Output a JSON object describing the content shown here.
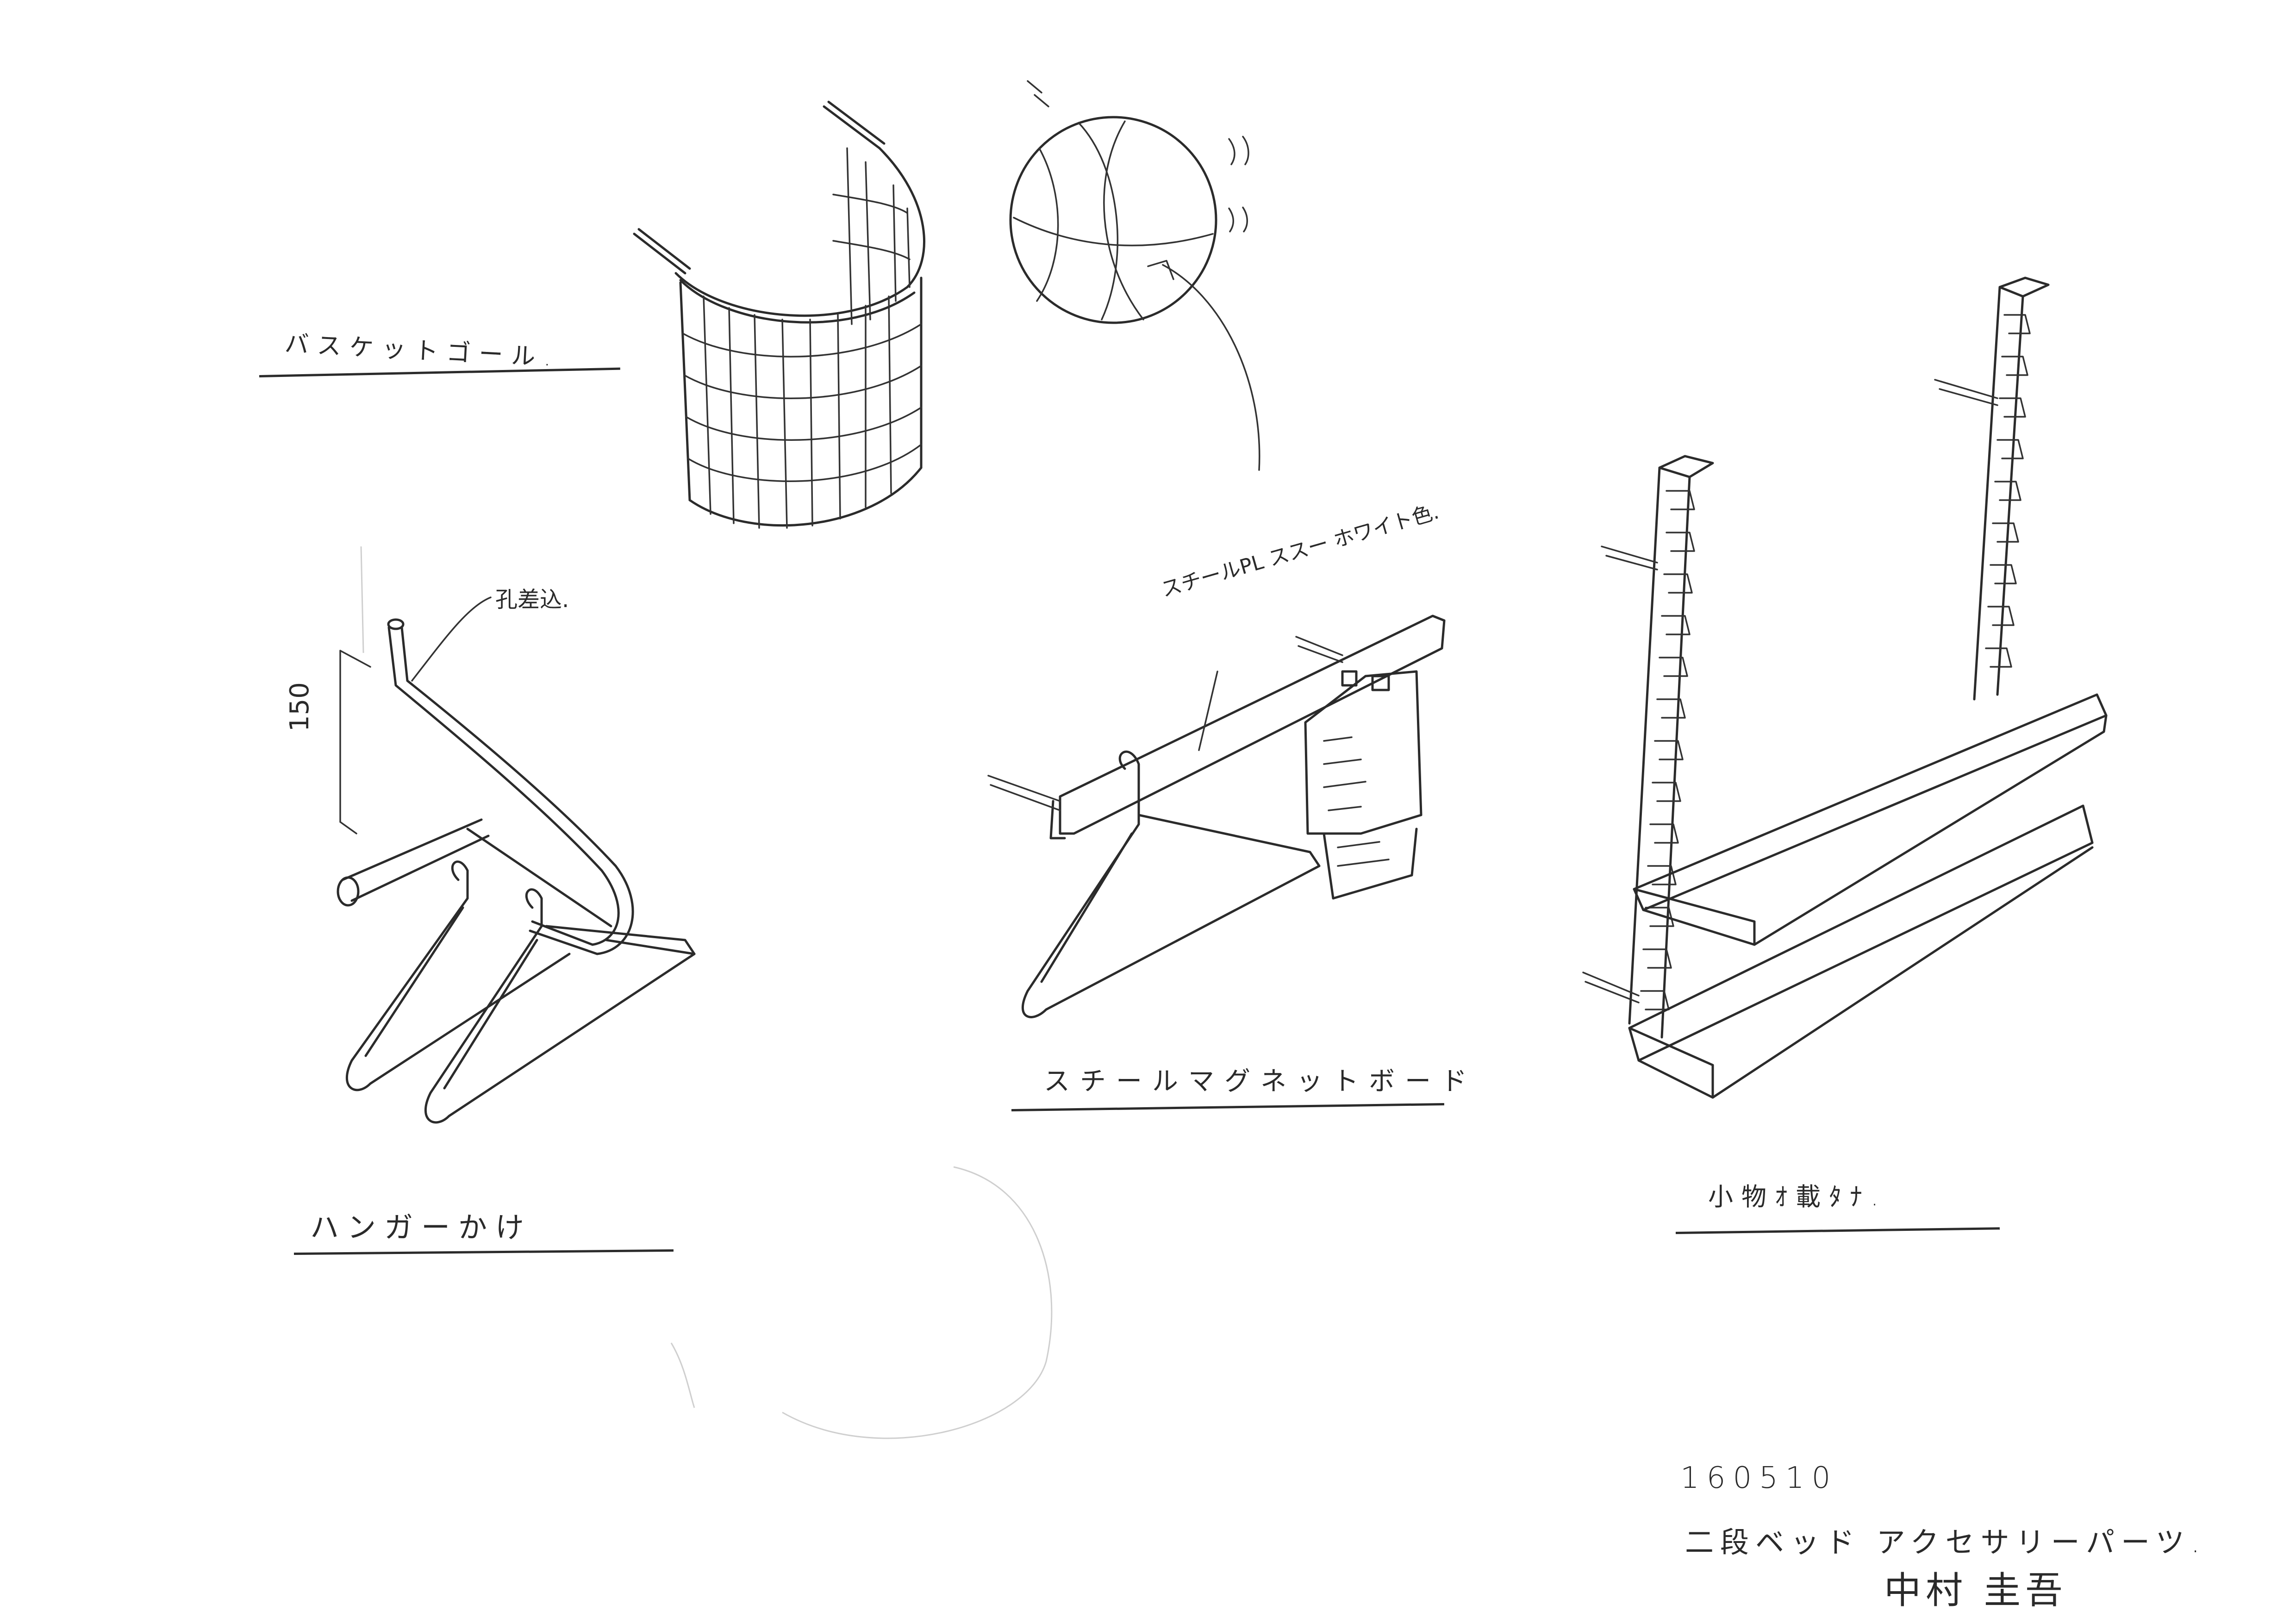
{
  "labels": {
    "basket_goal": "バスケットゴール.",
    "hanger_hook": "ハンガーかけ",
    "magnet_board": "スチールマグネットボード",
    "shelf": "小物ｵ載ﾀﾅ.",
    "board_note": "スチールPL ススー ホワイト色.",
    "hanger_note": "孔差込.",
    "dimension": "150"
  },
  "title_block": {
    "date": "160510",
    "title": "二段ベッド アクセサリーパーツ.",
    "signature": "中村 圭吾"
  }
}
